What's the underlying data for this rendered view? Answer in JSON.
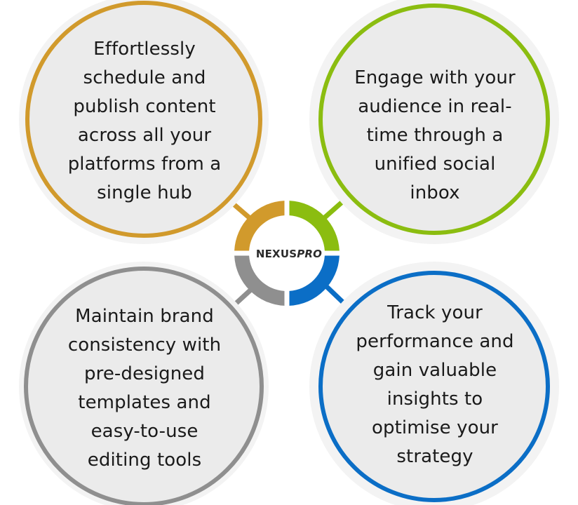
{
  "hub": {
    "brand_main": "NEXUS",
    "brand_accent": "PRO"
  },
  "features": {
    "schedule": {
      "text": "Effortlessly schedule and publish content across all your platforms from a single hub",
      "color": "#d19a2c"
    },
    "engage": {
      "text": "Engage with your audience in real-time through a unified social inbox",
      "color": "#8bbd10"
    },
    "brand": {
      "text": "Maintain brand consistency with pre-designed templates and easy-to-use editing tools",
      "color": "#8f8f8f"
    },
    "track": {
      "text": "Track your performance and gain valuable insights to optimise your strategy",
      "color": "#0b6ec6"
    }
  },
  "colors": {
    "circle_fill": "#ebebeb",
    "circle_outer": "#f2f2f2"
  }
}
